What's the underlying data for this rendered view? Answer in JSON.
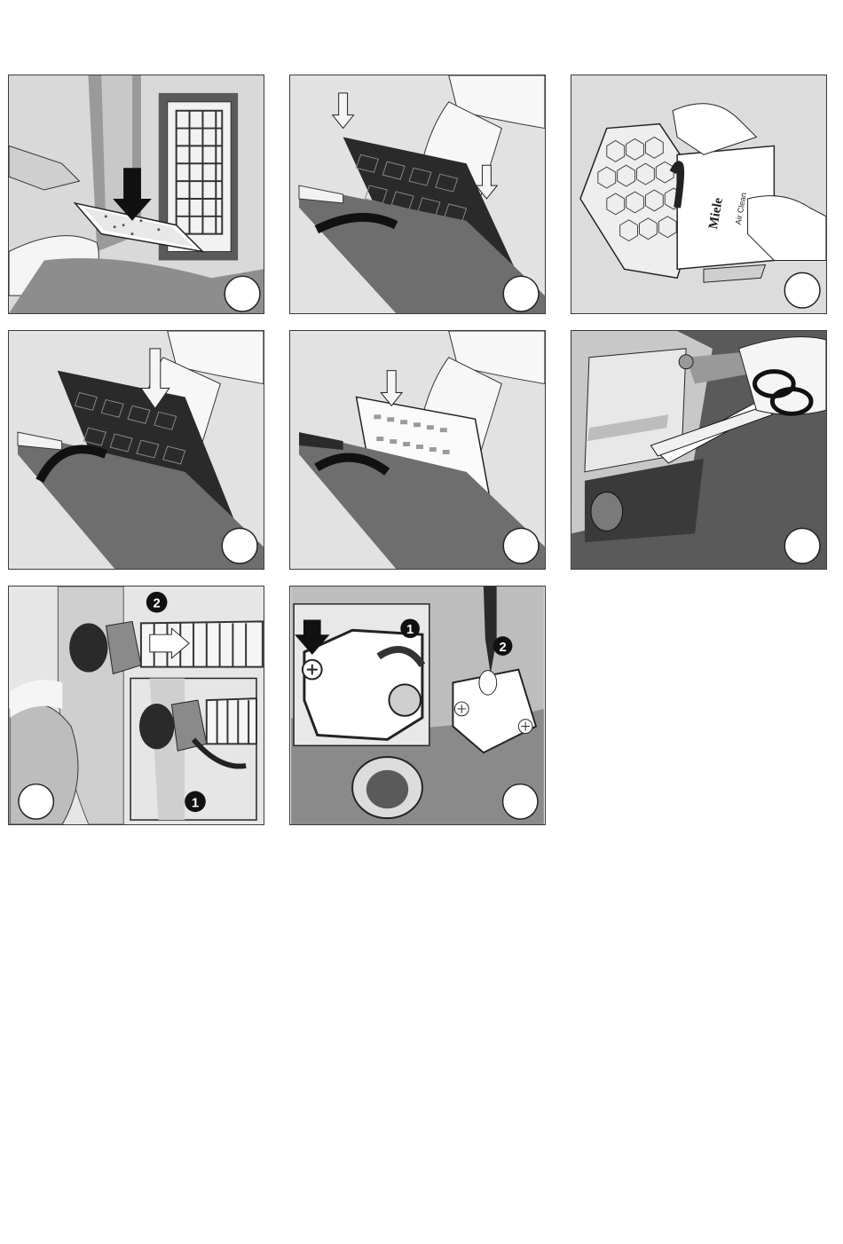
{
  "figures": [
    {
      "id": "fig-1",
      "icon": "insert-motor-filter-illustration"
    },
    {
      "id": "fig-2",
      "icon": "lift-filter-frame-illustration"
    },
    {
      "id": "fig-3",
      "icon": "air-clean-filter-pack-illustration",
      "package_brand": "Miele",
      "package_label": "Air Clean"
    },
    {
      "id": "fig-4",
      "icon": "close-filter-frame-illustration"
    },
    {
      "id": "fig-5",
      "icon": "remove-exhaust-filter-illustration"
    },
    {
      "id": "fig-6",
      "icon": "cut-threads-brushroll-illustration"
    },
    {
      "id": "fig-7",
      "icon": "detach-hose-illustration",
      "callouts": [
        "2",
        "1"
      ]
    },
    {
      "id": "fig-8",
      "icon": "remove-screws-illustration",
      "callouts": [
        "1",
        "2"
      ]
    }
  ],
  "colors": {
    "panel_bg": "#e6e6e6",
    "dark": "#2b2b2b",
    "mid": "#8a8a8a",
    "light": "#f4f4f4"
  }
}
